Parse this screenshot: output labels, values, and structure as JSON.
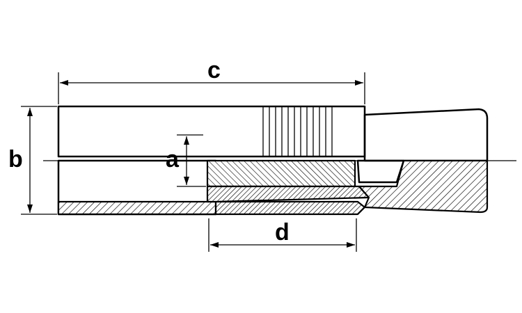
{
  "dimensions": {
    "a": "a",
    "b": "b",
    "c": "c",
    "d": "d"
  }
}
